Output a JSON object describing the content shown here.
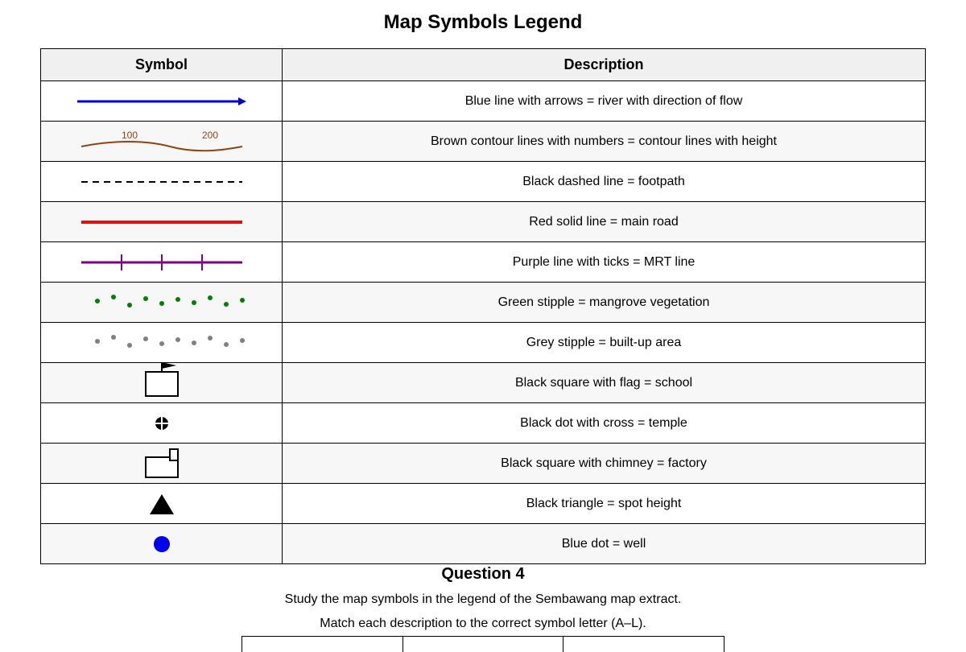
{
  "page": {
    "title": "Map Symbols Legend"
  },
  "legend": {
    "headers": {
      "symbol": "Symbol",
      "description": "Description"
    },
    "rows": [
      {
        "symbol": "river-arrow-icon",
        "description": "Blue line with arrows = river with direction of flow",
        "color": "#0000cc"
      },
      {
        "symbol": "contour-line-icon",
        "description": "Brown contour lines with numbers = contour lines with height",
        "color": "#8b4513",
        "labels": [
          "100",
          "200"
        ]
      },
      {
        "symbol": "dashed-footpath-icon",
        "description": "Black dashed line = footpath",
        "color": "#000000"
      },
      {
        "symbol": "main-road-icon",
        "description": "Red solid line = main road",
        "color": "#dd1111"
      },
      {
        "symbol": "mrt-line-icon",
        "description": "Purple line with ticks = MRT line",
        "color": "#800080"
      },
      {
        "symbol": "green-stipple-icon",
        "description": "Green stipple = mangrove vegetation",
        "color": "#008000"
      },
      {
        "symbol": "grey-stipple-icon",
        "description": "Grey stipple = built-up area",
        "color": "#808080"
      },
      {
        "symbol": "school-flag-icon",
        "description": "Black square with flag = school",
        "color": "#000000"
      },
      {
        "symbol": "temple-cross-icon",
        "description": "Black dot with cross = temple",
        "color": "#000000"
      },
      {
        "symbol": "factory-chimney-icon",
        "description": "Black square with chimney = factory",
        "color": "#000000"
      },
      {
        "symbol": "spot-height-triangle-icon",
        "description": "Black triangle = spot height",
        "color": "#000000"
      },
      {
        "symbol": "well-dot-icon",
        "description": "Blue dot = well",
        "color": "#0000ee"
      }
    ]
  },
  "question": {
    "title": "Question 4",
    "line1": "Study the map symbols in the legend of the Sembawang map extract.",
    "line2": "Match each description to the correct symbol letter (A–L)."
  }
}
